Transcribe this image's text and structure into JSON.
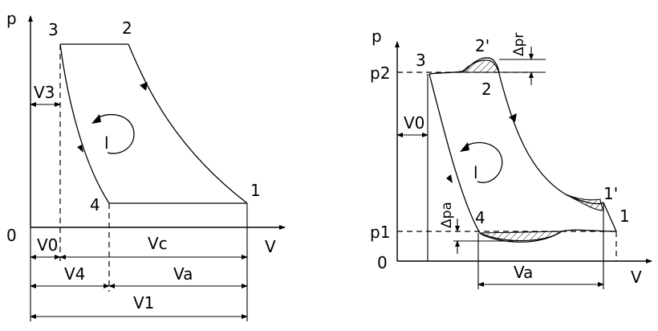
{
  "left": {
    "axis_p": "p",
    "axis_v": "V",
    "origin": "0",
    "pt1": "1",
    "pt2": "2",
    "pt3": "3",
    "pt4": "4",
    "cycle": "l",
    "v3": "V3",
    "v0": "V0",
    "vc": "Vc",
    "v4": "V4",
    "va": "Va",
    "v1": "V1"
  },
  "right": {
    "axis_p": "p",
    "axis_v": "V",
    "origin": "0",
    "p1": "p1",
    "p2": "p2",
    "pt1": "1",
    "pt1p": "1'",
    "pt2": "2",
    "pt2p": "2'",
    "pt3": "3",
    "pt4": "4",
    "cycle": "l",
    "v0": "V0",
    "va": "Va",
    "dpr": "Δpr",
    "dpa": "Δpa"
  }
}
